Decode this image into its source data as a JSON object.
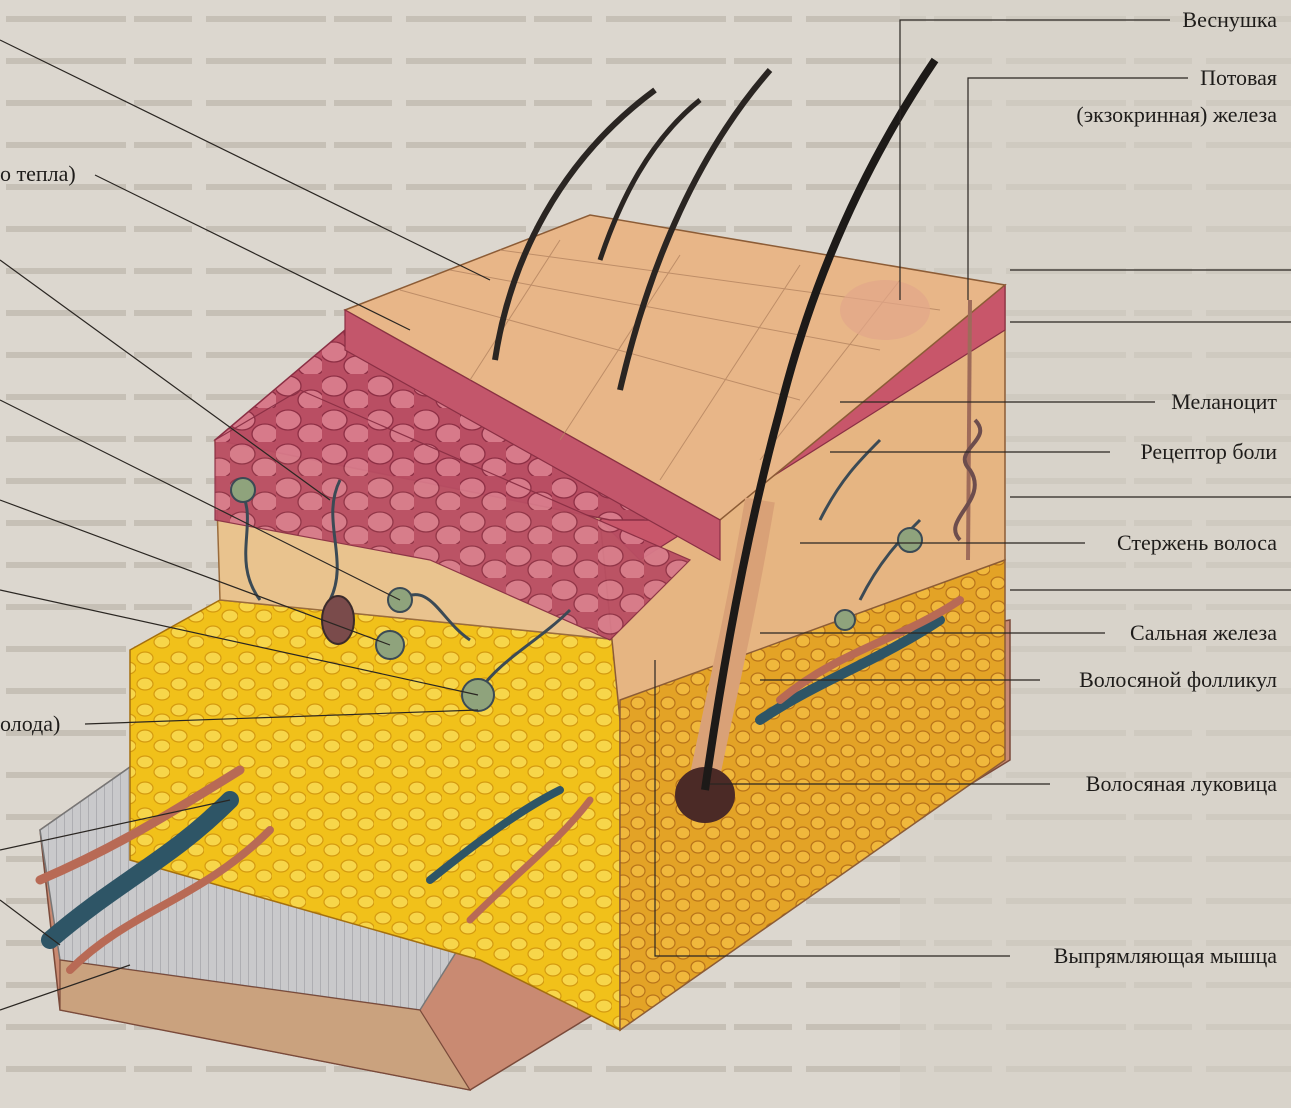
{
  "diagram": {
    "labels_right": [
      {
        "id": "freckle",
        "text": "Веснушка"
      },
      {
        "id": "sweat-gland-1",
        "text": "Потовая"
      },
      {
        "id": "sweat-gland-2",
        "text": "(экзокринная) железа"
      },
      {
        "id": "melanocyte",
        "text": "Меланоцит"
      },
      {
        "id": "pain-receptor",
        "text": "Рецептор боли"
      },
      {
        "id": "hair-shaft",
        "text": "Стержень волоса"
      },
      {
        "id": "sebaceous-gland",
        "text": "Сальная железа"
      },
      {
        "id": "hair-follicle",
        "text": "Волосяной фолликул"
      },
      {
        "id": "hair-bulb",
        "text": "Волосяная луковица"
      },
      {
        "id": "arrector-muscle",
        "text": "Выпрямляющая мышца"
      }
    ],
    "labels_left": [
      {
        "id": "heat-receptor-fragment",
        "text": "о тепла)"
      },
      {
        "id": "cold-receptor-fragment",
        "text": "олода)"
      }
    ]
  },
  "colors": {
    "background_page": "#d9d4cc",
    "skin_surface": "#e9b58a",
    "epidermis": "#c2596a",
    "dermis": "#e8c48a",
    "fat": "#f2c21a",
    "vein": "#2e5566",
    "artery": "#b86a55"
  }
}
